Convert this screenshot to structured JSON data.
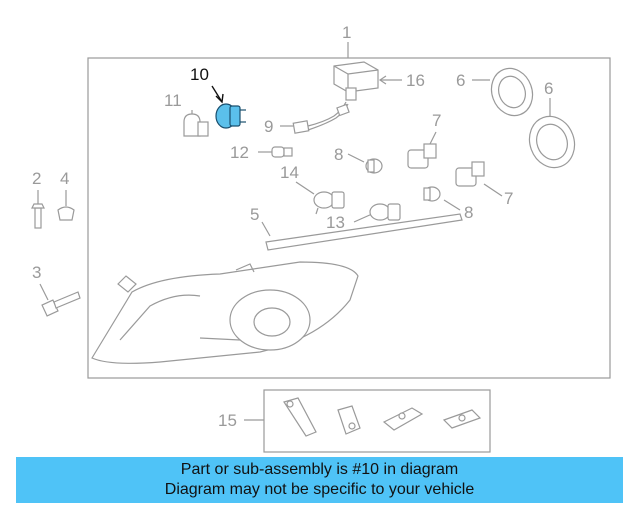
{
  "diagram": {
    "callouts": {
      "c1": "1",
      "c2": "2",
      "c3": "3",
      "c4": "4",
      "c5": "5",
      "c6a": "6",
      "c6b": "6",
      "c7a": "7",
      "c7b": "7",
      "c8a": "8",
      "c8b": "8",
      "c9": "9",
      "c10": "10",
      "c11": "11",
      "c12": "12",
      "c13": "13",
      "c14": "14",
      "c15": "15",
      "c16": "16"
    },
    "highlight_part": "10",
    "colors": {
      "line": "#9a9a9a",
      "highlight_fill": "#5bc0eb",
      "highlight_stroke": "#1a4f6e",
      "banner": "#4fc3f7"
    }
  },
  "banner": {
    "line1": "Part or sub-assembly is #10 in diagram",
    "line2": "Diagram may not be specific to your vehicle"
  }
}
